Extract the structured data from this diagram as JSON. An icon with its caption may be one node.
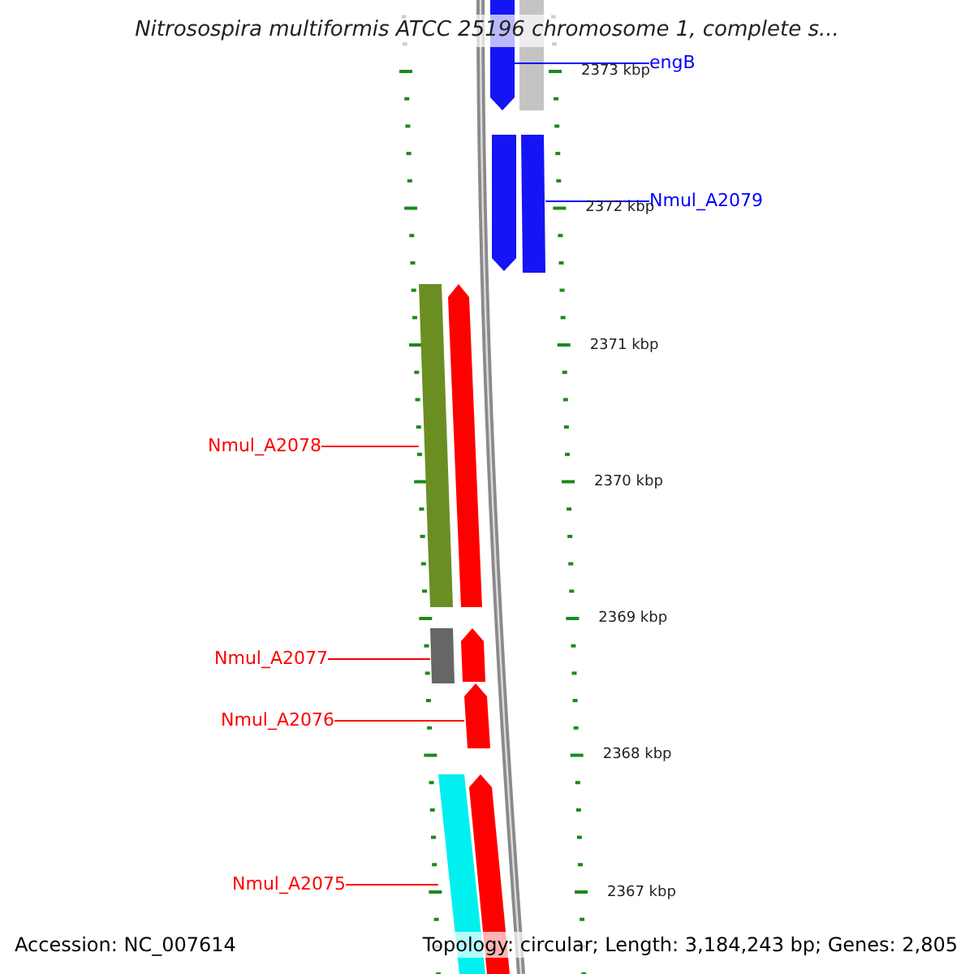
{
  "diagram": {
    "title": "Nitrosospira multiformis ATCC 25196 chromosome 1, complete s...",
    "nodes": [
      {
        "text": [
          "engB"
        ]
      },
      {
        "text": [],
        "shape": "arrow"
      },
      {
        "text": [
          "Nmul_A2079"
        ]
      },
      {
        "text": [],
        "shape": "bar"
      },
      {
        "text": [
          "Nmul_A2078"
        ]
      },
      {
        "text": [],
        "shape": "bar"
      },
      {
        "text": [
          "Nmul_A2077"
        ]
      },
      {
        "text": [],
        "shape": "bar"
      },
      {
        "text": [
          "Nmul_A2076"
        ]
      },
      {
        "text": [],
        "shape": "arrow"
      },
      {
        "text": [
          "Nmul_A2075"
        ]
      },
      {
        "text": [],
        "shape": "bar"
      }
    ],
    "edges": [
      {
        "from": 0,
        "to": 1,
        "arrow": "none",
        "color": "#0000ff"
      },
      {
        "from": 2,
        "to": 3,
        "arrow": "none",
        "color": "#0000ff"
      },
      {
        "from": 4,
        "to": 5,
        "arrow": "none"
      },
      {
        "from": 6,
        "to": 7,
        "arrow": "none"
      },
      {
        "from": 8,
        "to": 9,
        "arrow": "none"
      },
      {
        "from": 10,
        "to": 11,
        "arrow": "none"
      }
    ],
    "labels": [
      "2373 kbp",
      "2372 kbp",
      "2371 kbp",
      "2370 kbp",
      "2369 kbp",
      "2368 kbp",
      "2367 kbp",
      "Accession: NC_007614",
      "Topology: circular; Length: 3,184,243 bp; Genes: 2,805"
    ]
  }
}
